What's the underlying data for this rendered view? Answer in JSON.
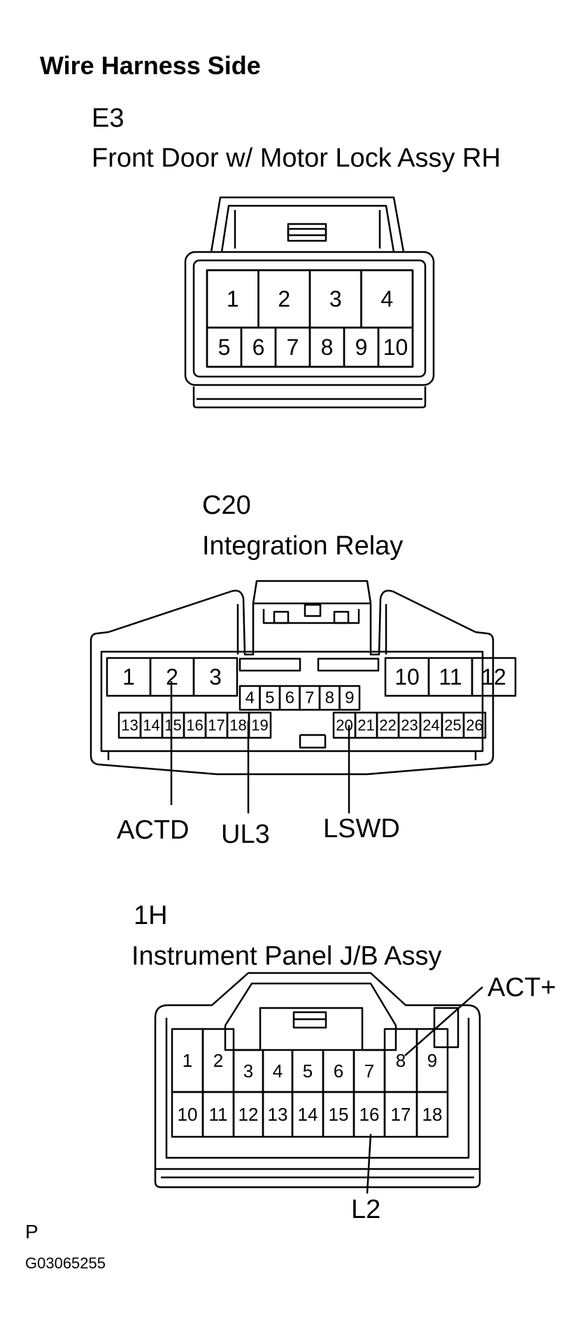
{
  "heading": "Wire Harness Side",
  "connectors": [
    {
      "code": "E3",
      "name": "Front Door w/ Motor Lock Assy RH",
      "pins": [
        "1",
        "2",
        "3",
        "4",
        "5",
        "6",
        "7",
        "8",
        "9",
        "10"
      ]
    },
    {
      "code": "C20",
      "name": "Integration Relay",
      "pins": [
        "1",
        "2",
        "3",
        "4",
        "5",
        "6",
        "7",
        "8",
        "9",
        "10",
        "11",
        "12",
        "13",
        "14",
        "15",
        "16",
        "17",
        "18",
        "19",
        "20",
        "21",
        "22",
        "23",
        "24",
        "25",
        "26"
      ],
      "wires": [
        {
          "pin": "2",
          "label": "ACTD"
        },
        {
          "pin": "18",
          "label": "UL3"
        },
        {
          "pin": "20",
          "label": "LSWD"
        }
      ]
    },
    {
      "code": "1H",
      "name": "Instrument Panel J/B Assy",
      "pins": [
        "1",
        "2",
        "3",
        "4",
        "5",
        "6",
        "7",
        "8",
        "9",
        "10",
        "11",
        "12",
        "13",
        "14",
        "15",
        "16",
        "17",
        "18"
      ],
      "wires": [
        {
          "pin": "8",
          "label": "ACT+"
        },
        {
          "pin": "16",
          "label": "L2"
        }
      ]
    }
  ],
  "footer": {
    "mark": "P",
    "figure_id": "G03065255"
  }
}
